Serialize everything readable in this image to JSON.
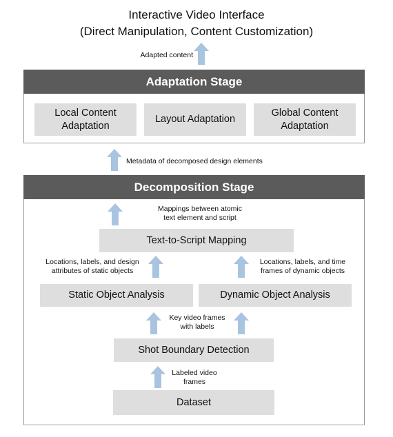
{
  "title": {
    "line1": "Interactive Video Interface",
    "line2": "(Direct Manipulation, Content Customization)"
  },
  "annotations": {
    "adapted_content": "Adapted content",
    "metadata": "Metadata of decomposed design elements",
    "mappings": "Mappings between atomic\ntext element and script",
    "static_attrs": "Locations, labels, and design\nattributes of static objects",
    "dynamic_attrs": "Locations, labels, and time\nframes of dynamic objects",
    "key_frames": "Key video frames\nwith labels",
    "labeled_frames": "Labeled video\nframes"
  },
  "adaptation_stage": {
    "header": "Adaptation Stage",
    "boxes": {
      "local": "Local Content\nAdaptation",
      "layout": "Layout Adaptation",
      "global": "Global Content\nAdaptation"
    }
  },
  "decomposition_stage": {
    "header": "Decomposition Stage",
    "boxes": {
      "text_to_script": "Text-to-Script Mapping",
      "static": "Static Object Analysis",
      "dynamic": "Dynamic Object Analysis",
      "shot_boundary": "Shot Boundary Detection",
      "dataset": "Dataset"
    }
  },
  "colors": {
    "header_bg": "#5b5b5b",
    "box_bg": "#dedede",
    "arrow": "#a8c4e0",
    "frame_border": "#9a9a9a"
  }
}
